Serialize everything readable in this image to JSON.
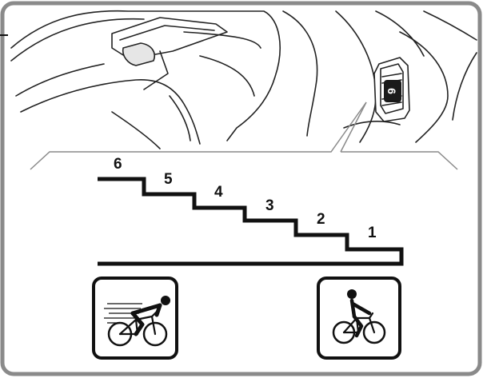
{
  "steps": [
    {
      "label": "6"
    },
    {
      "label": "5"
    },
    {
      "label": "4"
    },
    {
      "label": "3"
    },
    {
      "label": "2"
    },
    {
      "label": "1"
    }
  ],
  "dial_label": "6",
  "icons": {
    "sport_riding": "sport-cyclist-icon",
    "upright_riding": "upright-cyclist-icon"
  },
  "colors": {
    "frame": "#8a8a8a",
    "line": "#111111"
  }
}
